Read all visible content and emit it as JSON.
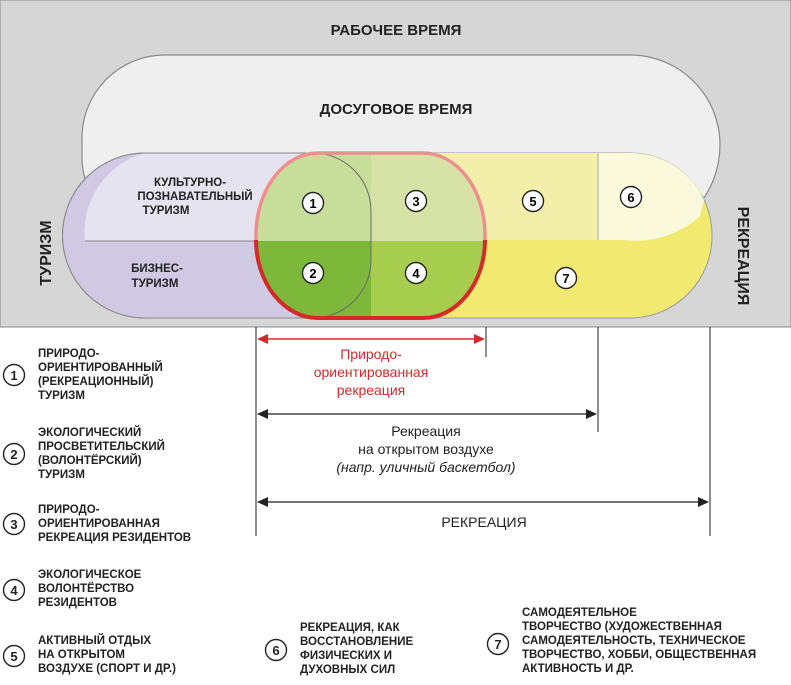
{
  "labels": {
    "work_time": "РАБОЧЕЕ ВРЕМЯ",
    "leisure_time": "ДОСУГОВОЕ ВРЕМЯ",
    "tourism": "ТУРИЗМ",
    "recreation_vertical": "РЕКРЕАЦИЯ",
    "cultural": [
      "КУЛЬТУРНО-",
      "ПОЗНАВАТЕЛЬНЫЙ",
      "ТУРИЗМ"
    ],
    "business": [
      "БИЗНЕС-",
      "ТУРИЗМ"
    ]
  },
  "numbers": [
    "1",
    "2",
    "3",
    "4",
    "5",
    "6",
    "7"
  ],
  "ranges": {
    "nature_recreation": [
      "Природо-",
      "ориентированная",
      "рекреация"
    ],
    "outdoor_recreation": [
      "Рекреация",
      "на открытом воздухе",
      "(напр. уличный баскетбол)"
    ],
    "recreation": "РЕКРЕАЦИЯ"
  },
  "legend": [
    {
      "num": "1",
      "lines": [
        "ПРИРОДО-",
        "ОРИЕНТИРОВАННЫЙ",
        "(РЕКРЕАЦИОННЫЙ)",
        "ТУРИЗМ"
      ]
    },
    {
      "num": "2",
      "lines": [
        "ЭКОЛОГИЧЕСКИЙ",
        "ПРОСВЕТИТЕЛЬСКИЙ",
        "(ВОЛОНТЁРСКИЙ)",
        "ТУРИЗМ"
      ]
    },
    {
      "num": "3",
      "lines": [
        "ПРИРОДО-",
        "ОРИЕНТИРОВАННАЯ",
        "РЕКРЕАЦИЯ РЕЗИДЕНТОВ"
      ]
    },
    {
      "num": "4",
      "lines": [
        "ЭКОЛОГИЧЕСКОЕ",
        "ВОЛОНТЁРСТВО",
        "РЕЗИДЕНТОВ"
      ]
    },
    {
      "num": "5",
      "lines": [
        "АКТИВНЫЙ ОТДЫХ",
        "НА ОТКРЫТОМ",
        "ВОЗДУХЕ (СПОРТ И ДР.)"
      ]
    },
    {
      "num": "6",
      "lines": [
        "РЕКРЕАЦИЯ, КАК",
        "ВОССТАНОВЛЕНИЕ",
        "ФИЗИЧЕСКИХ И",
        "ДУХОВНЫХ СИЛ"
      ]
    },
    {
      "num": "7",
      "lines": [
        "САМОДЕЯТЕЛЬНОЕ",
        "ТВОРЧЕСТВО (ХУДОЖЕСТВЕННАЯ",
        "САМОДЕЯТЕЛЬНОСТЬ, ТЕХНИЧЕСКОЕ",
        "ТВОРЧЕСТВО, ХОББИ, ОБЩЕСТВЕННАЯ",
        "АКТИВНОСТЬ И ДР."
      ]
    }
  ],
  "colors": {
    "work_bg": "#d6d6d6",
    "leisure_bg": "#efefef",
    "tourism_fill": "#cfc9e4",
    "recreation_fill": "#f2ea70",
    "overlap_light": "#cfe0a3",
    "overlap_dark": "#8fc43e",
    "red": "#d42a2a"
  }
}
